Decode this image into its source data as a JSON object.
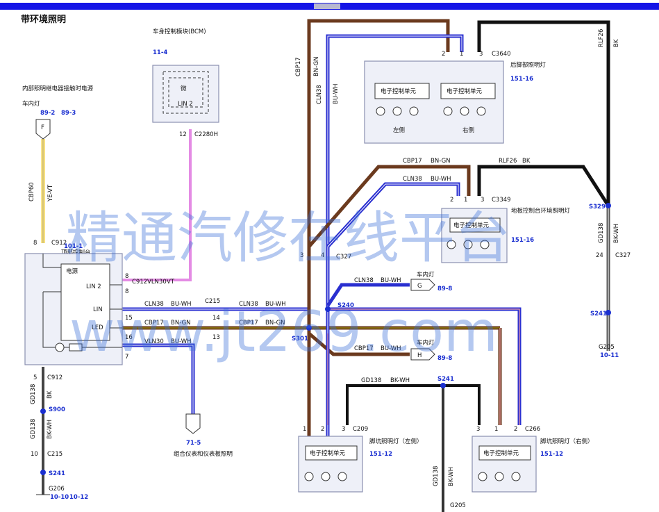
{
  "title": "带环境照明",
  "watermark": {
    "line1": "精通汽修在线平台",
    "line2": "www.jt269.com"
  },
  "colors": {
    "blue_wire": "#2a2fd0",
    "brown_wire": "#6b3a1e",
    "pink_wire": "#e48be4",
    "yellow_wire": "#f3d34a",
    "black_wire": "#111111",
    "pink_stripe": "#f0a0a8"
  },
  "bcm": {
    "label": "车身控制模块(BCM)",
    "ref": "11-4",
    "inner": "微",
    "lin": "LIN 2",
    "pin": "12",
    "connector": "C2280H"
  },
  "interior_power": {
    "label": "内部照明继电器接触时电源",
    "lamp": "车内灯",
    "refs": [
      "89-2",
      "89-3"
    ],
    "connector_letter": "F"
  },
  "yellow_wire": {
    "circuit": "CBP60",
    "color": "YE-VT"
  },
  "roof_module": {
    "pin_top": "8",
    "connector_top": "C912",
    "label": "顶部控制台",
    "ref": "101-1",
    "power": "电源",
    "pins": [
      {
        "name": "LIN 2",
        "pin": "8",
        "connector": "C912",
        "circuit": "VLN30",
        "color": "VT"
      },
      {
        "name": "LIN",
        "pin": "15",
        "circuit": "CLN38",
        "color": "BU-WH",
        "connector": "C215"
      },
      {
        "name": "LED",
        "pin": "16",
        "circuit": "CBP17",
        "color": "BN-GN",
        "pin2": "14"
      },
      {
        "name": "",
        "pin": "7",
        "circuit": "VLN30",
        "color": "BU-WH",
        "pin2": "13"
      }
    ],
    "pin_bottom": "5",
    "connector_bottom": "C912"
  },
  "ground_left": {
    "circuit1": "GD138",
    "color1": "BK",
    "splice1": "S900",
    "circuit2": "GD138",
    "color2": "BK-WH",
    "pin": "10",
    "connector": "C215",
    "splice2": "S241",
    "ground": "G206",
    "refs": [
      "10-10",
      "10-12"
    ]
  },
  "instrument": {
    "ref": "71-5",
    "label": "组合仪表和仪表板照明"
  },
  "rear_foot": {
    "pins": [
      "2",
      "1",
      "3"
    ],
    "connector": "C3640",
    "label": "后脚部照明灯",
    "ref": "151-16",
    "unit_left": "电子控制单元",
    "unit_right": "电子控制单元",
    "side_left": "左侧",
    "side_right": "右侧"
  },
  "console": {
    "pins": [
      "2",
      "1",
      "3"
    ],
    "connector": "C3349",
    "label": "地板控制台环境照明灯",
    "ref": "151-16",
    "unit": "电子控制单元"
  },
  "wires_top": {
    "cbp17": "CBP17",
    "bngn": "BN-GN",
    "cln38": "CLN38",
    "buwh": "BU-WH",
    "rlf26": "RLF26",
    "bk": "BK"
  },
  "c327": {
    "pin_a": "3",
    "pin_b": "4",
    "connector": "C327"
  },
  "splices": {
    "s240": "S240",
    "s301": "S301",
    "s241": "S241",
    "s329": "S329"
  },
  "lamp_g": {
    "label": "车内灯",
    "letter": "G",
    "ref": "89-8",
    "circuit": "CLN38",
    "color": "BU-WH"
  },
  "lamp_h": {
    "label": "车内灯",
    "letter": "H",
    "ref": "89-8",
    "circuit": "CBP17",
    "color": "BU-WH"
  },
  "mid_labels": {
    "cln38": "CLN38",
    "buwh": "BU-WH",
    "cbp17": "CBP17",
    "bngn": "BN-GN",
    "gd138": "GD138",
    "bkwh": "BK-WH"
  },
  "right_ground": {
    "circuit": "GD138",
    "color": "BK-WH",
    "pin": "24",
    "connector": "C327",
    "splice": "S241",
    "circuit2": "GD138",
    "color2": "BK-WH",
    "ground": "G205",
    "ref": "10-11"
  },
  "footwell_left": {
    "pins": [
      "1",
      "2",
      "3"
    ],
    "connector": "C209",
    "label": "脚坑照明灯（左侧）",
    "ref": "151-12",
    "unit": "电子控制单元"
  },
  "footwell_right": {
    "pins": [
      "3",
      "1",
      "2"
    ],
    "connector": "C266",
    "label": "脚坑照明灯（右侧）",
    "ref": "151-12",
    "unit": "电子控制单元"
  },
  "bottom_ground": {
    "circuit": "GD138",
    "color": "BK-WH",
    "ground": "G205"
  }
}
